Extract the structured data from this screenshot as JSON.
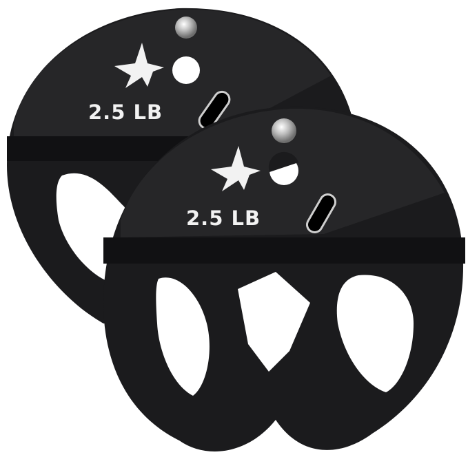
{
  "image": {
    "description": "Product photo of two black cable-machine weight plates, overlapping",
    "background": "#ffffff",
    "plate_color": "#1c1c1e",
    "items": [
      {
        "name": "back-plate",
        "weight_label": "2.5 LB",
        "logo": "star-4-logo"
      },
      {
        "name": "front-plate",
        "weight_label": "2.5 LB",
        "logo": "star-4-logo"
      }
    ]
  }
}
